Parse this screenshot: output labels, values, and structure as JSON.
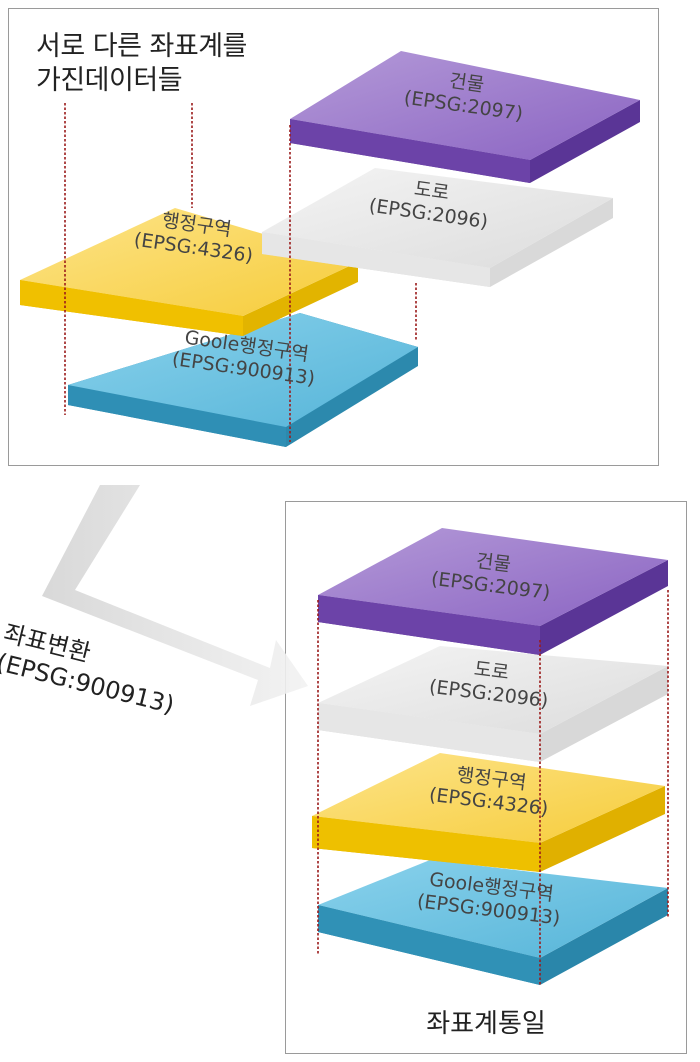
{
  "intro": {
    "line1": "서로 다른 좌표계를",
    "line2": "가진데이터들"
  },
  "transform_label": {
    "line1": "좌표변환",
    "line2": "(EPSG:900913)"
  },
  "caption": "좌표계통일",
  "layers": {
    "building": {
      "name": "건물",
      "code": "(EPSG:2097)",
      "color": "#7e55b3"
    },
    "road": {
      "name": "도로",
      "code": "(EPSG:2096)",
      "color": "#e2e2e2"
    },
    "admin": {
      "name": "행정구역",
      "code": "(EPSG:4326)",
      "color": "#f7cf3a"
    },
    "google_admin": {
      "name": "Goole행정구역",
      "code": "(EPSG:900913)",
      "color": "#5ab8da"
    }
  },
  "colors": {
    "guide_line": "#9b1b1b",
    "panel_border": "#9a9a9a"
  }
}
